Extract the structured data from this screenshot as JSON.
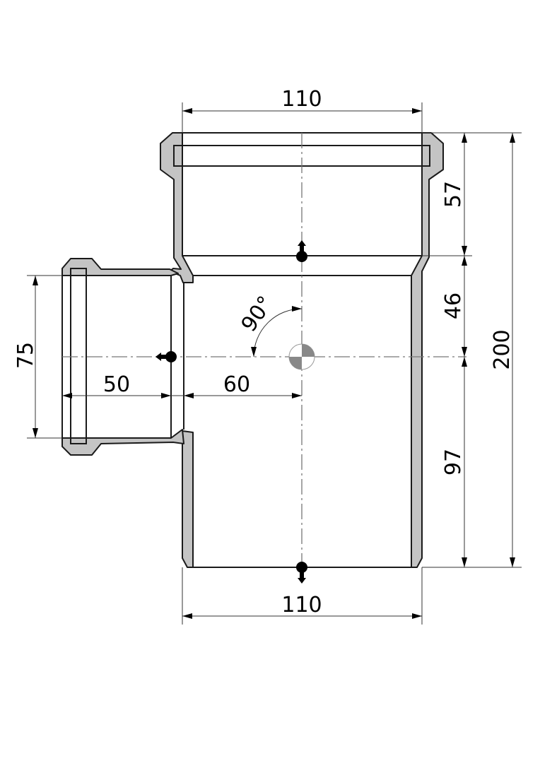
{
  "drawing": {
    "title": "Pipe tee fitting 110/75 90°",
    "dimensions": {
      "top_width": "110",
      "bottom_width": "110",
      "socket_depth": "57",
      "upper_to_axis": "46",
      "axis_to_bottom": "97",
      "total_height": "200",
      "branch_diameter": "75",
      "branch_socket_depth": "50",
      "branch_offset": "60",
      "angle": "90°"
    },
    "colors": {
      "wall": "#c4c4c4",
      "line": "#1a1a1a"
    }
  }
}
